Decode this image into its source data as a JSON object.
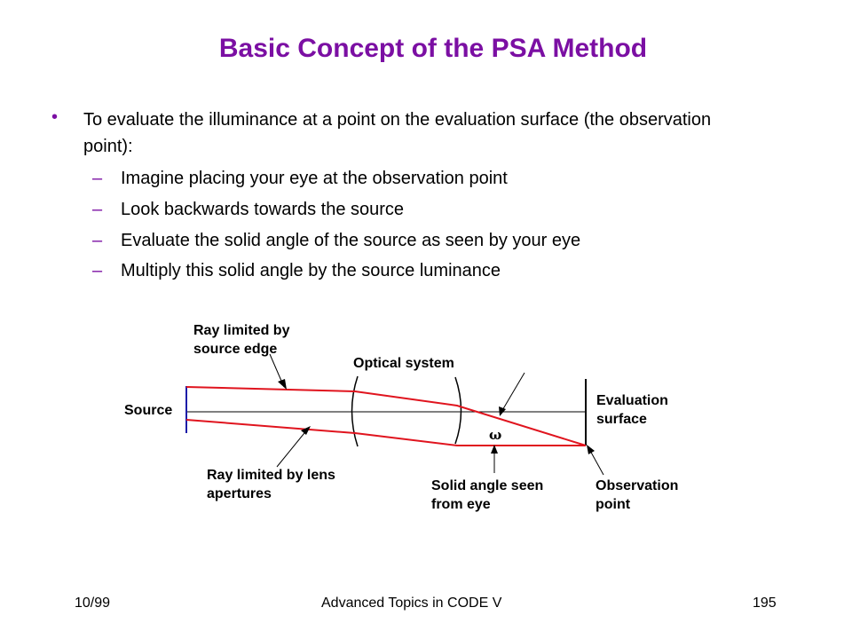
{
  "title": "Basic Concept of the PSA Method",
  "intro": "To evaluate the illuminance at a point on the evaluation surface (the observation point):",
  "steps": [
    "Imagine placing your eye at the observation point",
    "Look backwards towards the source",
    "Evaluate the solid angle of the source as seen by your eye",
    "Multiply this solid angle by the source luminance"
  ],
  "diagram": {
    "labels": {
      "ray_source_edge": "Ray limited by source edge",
      "optical_system": "Optical system",
      "source": "Source",
      "evaluation_surface": "Evaluation surface",
      "omega": "ω",
      "ray_lens_apertures": "Ray limited by lens apertures",
      "solid_angle": "Solid angle seen from eye",
      "observation_point": "Observation point"
    },
    "colors": {
      "rays": "#e0141e",
      "source": "#1c1ca8",
      "lines": "#000000",
      "accent": "#7b0fa3"
    }
  },
  "footer": {
    "left": "10/99",
    "center": "Advanced Topics in CODE V",
    "right": "195"
  }
}
